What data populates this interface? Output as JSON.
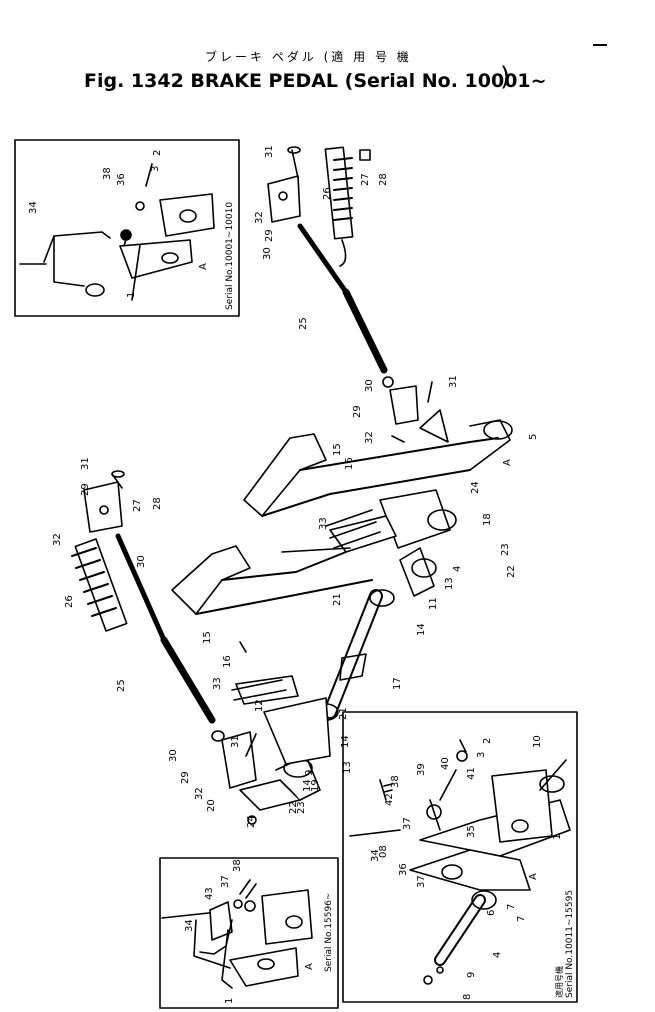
{
  "header": {
    "title_jp": "ブレーキ ペダル (適 用 号 機",
    "title": "Fig. 1342 BRAKE PEDAL (Serial No. 10001~",
    "paren": ")"
  },
  "insets": {
    "top_left_serial": "Serial No.10001~10010",
    "bottom_right_serial": "Serial No.10011~15595",
    "bottom_right_jp": "適用号機",
    "bottom_left_serial": "Serial No.15596~"
  },
  "callouts": {
    "main": [
      {
        "t": "31"
      },
      {
        "t": "26"
      },
      {
        "t": "27"
      },
      {
        "t": "28"
      },
      {
        "t": "32"
      },
      {
        "t": "29"
      },
      {
        "t": "30"
      },
      {
        "t": "25"
      },
      {
        "t": "30"
      },
      {
        "t": "31"
      },
      {
        "t": "29"
      },
      {
        "t": "5"
      },
      {
        "t": "32"
      },
      {
        "t": "A"
      },
      {
        "t": "15"
      },
      {
        "t": "16"
      },
      {
        "t": "24"
      },
      {
        "t": "18"
      },
      {
        "t": "33"
      },
      {
        "t": "23"
      },
      {
        "t": "22"
      },
      {
        "t": "4"
      },
      {
        "t": "13"
      },
      {
        "t": "11"
      },
      {
        "t": "21"
      },
      {
        "t": "14"
      },
      {
        "t": "17"
      },
      {
        "t": "21"
      },
      {
        "t": "14"
      },
      {
        "t": "13"
      },
      {
        "t": "15"
      },
      {
        "t": "16"
      },
      {
        "t": "33"
      },
      {
        "t": "12"
      },
      {
        "t": "9"
      },
      {
        "t": "14"
      },
      {
        "t": "19"
      },
      {
        "t": "22"
      },
      {
        "t": "23"
      },
      {
        "t": "31"
      },
      {
        "t": "30"
      },
      {
        "t": "29"
      },
      {
        "t": "32"
      },
      {
        "t": "20"
      },
      {
        "t": "24"
      },
      {
        "t": "31"
      },
      {
        "t": "29"
      },
      {
        "t": "27"
      },
      {
        "t": "28"
      },
      {
        "t": "32"
      },
      {
        "t": "30"
      },
      {
        "t": "26"
      },
      {
        "t": "25"
      }
    ],
    "inset_tl": [
      {
        "t": "2"
      },
      {
        "t": "3"
      },
      {
        "t": "38"
      },
      {
        "t": "36"
      },
      {
        "t": "34"
      },
      {
        "t": "1"
      },
      {
        "t": "A"
      }
    ],
    "inset_br": [
      {
        "t": "2"
      },
      {
        "t": "3"
      },
      {
        "t": "10"
      },
      {
        "t": "39"
      },
      {
        "t": "40"
      },
      {
        "t": "41"
      },
      {
        "t": "42"
      },
      {
        "t": "38"
      },
      {
        "t": "37"
      },
      {
        "t": "35"
      },
      {
        "t": "1"
      },
      {
        "t": "34"
      },
      {
        "t": "08"
      },
      {
        "t": "36"
      },
      {
        "t": "37"
      },
      {
        "t": "A"
      },
      {
        "t": "7"
      },
      {
        "t": "6"
      },
      {
        "t": "7"
      },
      {
        "t": "4"
      },
      {
        "t": "9"
      },
      {
        "t": "8"
      }
    ],
    "inset_bl": [
      {
        "t": "38"
      },
      {
        "t": "37"
      },
      {
        "t": "43"
      },
      {
        "t": "34"
      },
      {
        "t": "1"
      },
      {
        "t": "A"
      }
    ]
  }
}
